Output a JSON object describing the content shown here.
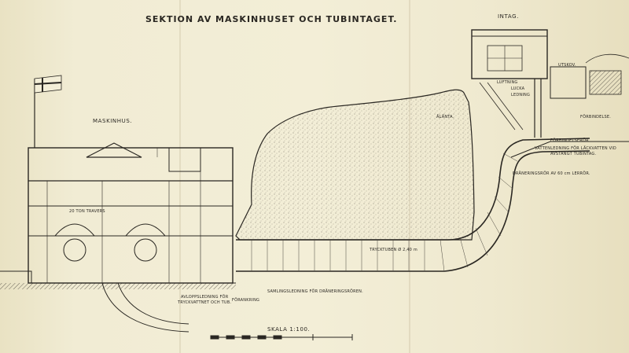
{
  "drawing": {
    "title": "SEKTION AV MASKINHUSET OCH TUBINTAGET.",
    "building_label": "MASKINHUS.",
    "intake_label": "INTAG.",
    "scale_text": "SKALA 1:100.",
    "flag_glyph": "+",
    "labels": {
      "alarm": "ÅLÄNTA.",
      "lucka": "LUCKA",
      "ledning": "LEDNING",
      "luftning": "LUFTNING",
      "utskov": "UTSKOV.",
      "forbindelse": "FÖRBINDELSE.",
      "forbindelse_rör": "FÖRBINDELSERÖR",
      "vattenledning": "VATTENLEDNING FÖR LÄCKVATTEN VID",
      "vattenledning_2": "AVSTÄNGT TUBINTAG.",
      "dranering": "DRÄNERINGSRÖR AV 60 cm LERRÖR.",
      "tryckledning": "TRYCKTUBEN Ø 2,40 m",
      "samlingsledning": "SAMLINGSLEDNING FÖR DRÄNERINGSRÖREN.",
      "avloppsledning": "AVLOPPSLEDNING FÖR",
      "avloppsledning_2": "TRYCKVATTNET OCH TUB.",
      "foraringar": "FÖRANKRING",
      "travers": "20 TON TRAVERS"
    },
    "colors": {
      "ink": "#2a2722",
      "paper": "#f1ecd4",
      "hatch": "#6b6558"
    },
    "icons": [
      "flag-icon",
      "scale-bar-icon"
    ]
  }
}
